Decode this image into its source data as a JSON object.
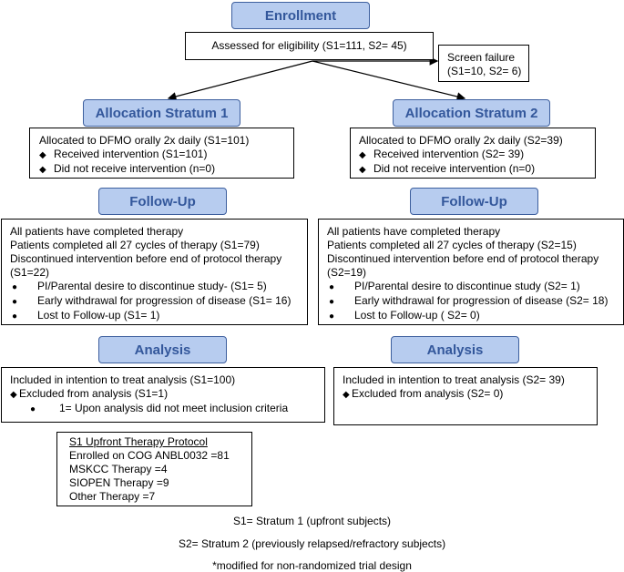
{
  "colors": {
    "header_fill": "#b7ccef",
    "header_border": "#3d5f9e",
    "header_text": "#33579b"
  },
  "enrollment": {
    "header": "Enrollment",
    "assessed": "Assessed for eligibility (S1=111, S2= 45)"
  },
  "screen_failure": {
    "line1": "Screen failure",
    "line2": "(S1=10, S2= 6)"
  },
  "stratum1": {
    "allocation_header": "Allocation Stratum 1",
    "allocation": {
      "title": "Allocated to DFMO orally 2x daily (S1=101)",
      "received": "Received intervention (S1=101)",
      "not_received": "Did not receive intervention (n=0)"
    },
    "followup_header": "Follow-Up",
    "followup": {
      "line1": "All patients have completed therapy",
      "line2": "Patients completed all 27 cycles of therapy (S1=79)",
      "line3": "Discontinued intervention before end of protocol therapy",
      "line4": "(S1=22)",
      "item1": "PI/Parental desire to discontinue study- (S1= 5)",
      "item2": "Early withdrawal for progression of disease (S1= 16)",
      "item3": "Lost to Follow-up  (S1= 1)"
    },
    "analysis_header": "Analysis",
    "analysis": {
      "included": "Included in intention to treat analysis (S1=100)",
      "excluded": "Excluded from analysis (S1=1)",
      "sub": "1= Upon analysis did not meet inclusion criteria"
    }
  },
  "stratum2": {
    "allocation_header": "Allocation Stratum 2",
    "allocation": {
      "title": "Allocated to DFMO orally 2x daily (S2=39)",
      "received": "Received intervention (S2= 39)",
      "not_received": "Did not receive intervention (n=0)"
    },
    "followup_header": "Follow-Up",
    "followup": {
      "line1": "All patients have completed therapy",
      "line2": "Patients completed all 27 cycles of therapy (S2=15)",
      "line3": "Discontinued intervention before end of protocol therapy",
      "line4": "(S2=19)",
      "item1": "PI/Parental desire to discontinue study (S2= 1)",
      "item2": "Early withdrawal for progression of disease (S2= 18)",
      "item3": "Lost to Follow-up  ( S2= 0)"
    },
    "analysis_header": "Analysis",
    "analysis": {
      "included": "Included in intention to treat analysis (S2= 39)",
      "excluded": "Excluded from analysis (S2= 0)"
    }
  },
  "protocol": {
    "title": "S1 Upfront Therapy Protocol",
    "line1": "Enrolled on COG ANBL0032 =81",
    "line2": "MSKCC Therapy =4",
    "line3": "SIOPEN Therapy =9",
    "line4": "Other Therapy =7"
  },
  "footnotes": {
    "s1": "S1= Stratum 1 (upfront subjects)",
    "s2": "S2= Stratum 2 (previously relapsed/refractory subjects)",
    "note": "*modified for non-randomized trial design"
  }
}
